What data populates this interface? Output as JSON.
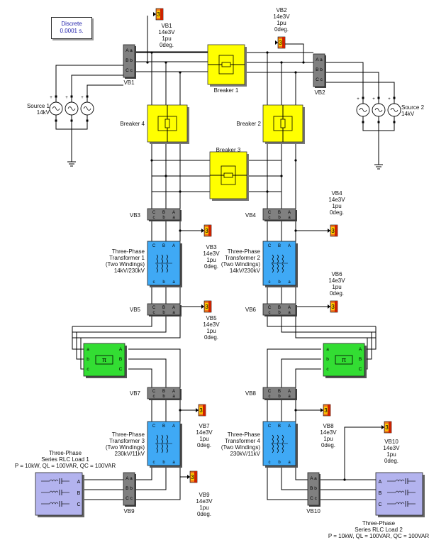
{
  "discrete": {
    "line1": "Discrete",
    "line2": "0.0001 s."
  },
  "colors": {
    "breaker": "#ffff00",
    "transformer": "#3fa9f5",
    "pi_line": "#33dd33",
    "vi_block": "#808080",
    "load": "#b3b3ee",
    "scope_orange": "#f07820",
    "scope_yellow": "#ffc800",
    "wire": "#000000"
  },
  "sources": {
    "s1": {
      "line1": "Source 1",
      "line2": "14kV"
    },
    "s2": {
      "line1": "Source 2",
      "line2": "14kV"
    }
  },
  "scope_value": "3",
  "scopes": {
    "vb1": [
      "VB1",
      "14e3V",
      "1pu",
      "0deg."
    ],
    "vb2": [
      "VB2",
      "14e3V",
      "1pu",
      "0deg."
    ],
    "vb3": [
      "VB3",
      "14e3V",
      "1pu",
      "0deg."
    ],
    "vb4": [
      "VB4",
      "14e3V",
      "1pu",
      "0deg."
    ],
    "vb5": [
      "VB5",
      "14e3V",
      "1pu",
      "0deg."
    ],
    "vb6": [
      "VB6",
      "14e3V",
      "1pu",
      "0deg."
    ],
    "vb7": [
      "VB7",
      "14e3V",
      "1pu",
      "0deg."
    ],
    "vb8": [
      "VB8",
      "14e3V",
      "1pu",
      "0deg."
    ],
    "vb9": [
      "VB9",
      "14e3V",
      "1pu",
      "0deg."
    ],
    "vb10": [
      "VB10",
      "14e3V",
      "1pu",
      "0deg."
    ]
  },
  "vi_labels": {
    "vb1": "VB1",
    "vb2": "VB2",
    "vb3": "VB3",
    "vb4": "VB4",
    "vb5": "VB5",
    "vb6": "VB6",
    "vb7": "VB7",
    "vb8": "VB8",
    "vb9": "VB9",
    "vb10": "VB10"
  },
  "breakers": {
    "b1": "Breaker 1",
    "b2": "Breaker 2",
    "b3": "Breaker 3",
    "b4": "Breaker 4"
  },
  "transformers": {
    "t1": [
      "Three-Phase",
      "Transformer 1",
      "(Two Windings)",
      "14kV/230kV"
    ],
    "t2": [
      "Three-Phase",
      "Transformer 2",
      "(Two Windings)",
      "14kV/230kV"
    ],
    "t3": [
      "Three-Phase",
      "Transformer 3",
      "(Two Windings)",
      "230kV/11kV"
    ],
    "t4": [
      "Three-Phase",
      "Transformer 4",
      "(Two Windings)",
      "230kV/11kV"
    ]
  },
  "loads": {
    "l1": [
      "Three-Phase",
      "Series RLC Load 1",
      "P = 10kW, QL = 100VAR, QC = 100VAR"
    ],
    "l2": [
      "Three-Phase",
      "Series RLC Load 2",
      "P = 10kW, QL = 100VAR, QC = 100VAR"
    ]
  },
  "ports": {
    "vi_in": [
      "A",
      "B",
      "C"
    ],
    "vi_out": [
      "a",
      "b",
      "c"
    ],
    "vi_pairs": [
      "A a",
      "B b",
      "C c"
    ],
    "pi": [
      "A",
      "B",
      "C"
    ],
    "pi_out": [
      "a",
      "b",
      "c"
    ],
    "pi_sym": "π"
  }
}
